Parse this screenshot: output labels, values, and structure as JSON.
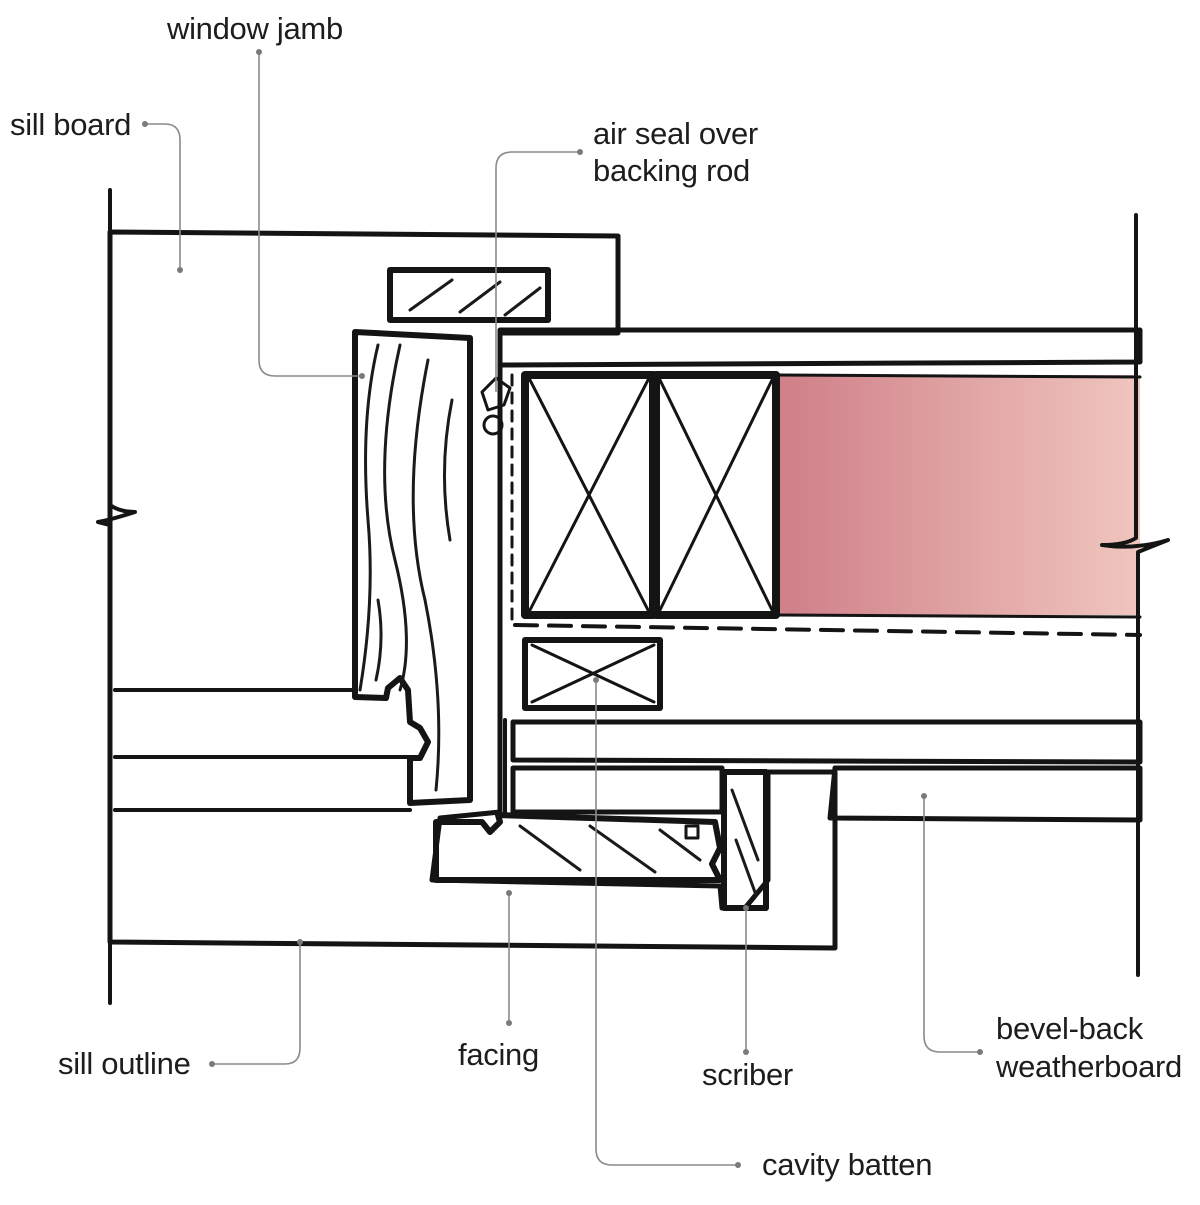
{
  "labels": {
    "window_jamb": "window jamb",
    "sill_board": "sill board",
    "air_seal_line1": "air seal over",
    "air_seal_line2": "backing rod",
    "sill_outline": "sill outline",
    "facing": "facing",
    "scriber": "scriber",
    "bevel_back_line1": "bevel-back",
    "bevel_back_line2": "weatherboard",
    "cavity_batten": "cavity batten"
  },
  "colors": {
    "sill": "#FFE3BC",
    "timber": "#E8BC85",
    "insulation": "#CF7F88",
    "insulation_fade": "#F0C6BE",
    "batten_green": "#A8BD63",
    "lining_pale": "#EEF1D2",
    "seal_blue": "#BCD7EE",
    "backing_rod": "#F4EFB0",
    "ink": "#141414",
    "leader": "#8A8A8A"
  }
}
